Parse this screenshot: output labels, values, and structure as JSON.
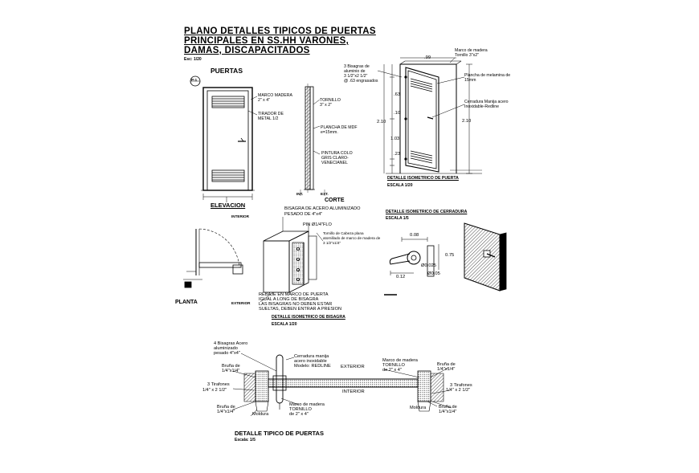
{
  "title": {
    "line1": "PLANO DETALLES TIPICOS DE PUERTAS",
    "line2": "PRINCIPALES EN SS.HH VARONES,",
    "line3": "DAMAS, DISCAPACITADOS",
    "scale": "Esc: 1/20"
  },
  "puertas": {
    "heading": "PUERTAS",
    "tag": "P-1",
    "elevacion": "ELEVACION",
    "corte": "CORTE",
    "marco_madera_1": "MARCO MADERA",
    "marco_madera_2": "2\" x 4\"",
    "tirador_1": "TIRADOR DE",
    "tirador_2": "METAL 1/2",
    "tornillo_1": "TORNILLO",
    "tornillo_2": "3\" x 2\"",
    "plancha_1": "PLANCHA DE MDF",
    "plancha_2": "e=15mm.",
    "pintura_1": "PINTURA COLO",
    "pintura_2": "GRIS CLARO-",
    "pintura_3": "VENECIANEL",
    "int": "INT.",
    "ext": "EXT."
  },
  "isometric": {
    "bisagras_1": "3 Bisagras de",
    "bisagras_2": "aluminio de",
    "bisagras_3": "3 1/2\"x2 1/2\"",
    "bisagras_4": "@ .63 engrasados",
    "marco_1": "Marco de madera",
    "marco_2": "Tornillo 3\"x2\"",
    "plancha_1": "Plancha de melamina de",
    "plancha_2": "15mm",
    "cerradura_1": "Cerradura Manija acero",
    "cerradura_2": "Inoxidable-Redline",
    "dim_top": ".99",
    "dim_63": ".63",
    "dim_10": ".10",
    "dim_103": "1.03",
    "dim_23": ".23",
    "dim_210_left": "2.10",
    "dim_210_right": "2.10",
    "detalle": "DETALLE ISOMETRICO DE PUERTA",
    "escala": "ESCALA 1/20"
  },
  "bisagra": {
    "interior": "INTERIOR",
    "exterior": "EXTERIOR",
    "planta": "PLANTA",
    "label_1": "BISAGRA DE ACERO ALUMINIZADO",
    "label_2": "PESADO DE 4\"x4\"",
    "pin": "PIN Ø1/4\"FLO",
    "tornillo_1": "Tornillo de Cabeza plana",
    "tornillo_2": "atornillado de marco de madera de",
    "tornillo_3": "3 1/2\"x1/4\"",
    "rebaje_1": "REBAJE EN MARCO DE PUERTA",
    "rebaje_2": "IGUAL A LONG DE BISAGRA",
    "rebaje_3": "LAS BISAGRAS NO DEBEN ESTAR",
    "rebaje_4": "SUELTAS, DEBEN ENTRAR A PRESION",
    "detalle": "DETALLE ISOMETRICO DE BISAGRA",
    "escala": "ESCALA 1/20"
  },
  "cerradura": {
    "detalle": "DETALLE ISOMETRICO DE CERRADURA",
    "escala": "ESCALA 1/5",
    "dim_008": "0.08",
    "dim_012": "0.12",
    "dim_0025": "Ø0.025",
    "dim_005": "Ø0.05",
    "dim_075": "0.75"
  },
  "seccion": {
    "bisagras_1": "4 Bisagras Acero",
    "bisagras_2": "aluminizado",
    "bisagras_3": "pesado 4\"x4\"",
    "bruna_l_1": "Bruña de",
    "bruna_l_2": "1/4\"x1/4\"",
    "tirafones_l_1": "3 Tirafones",
    "tirafones_l_2": "1/4\" x 2 1/2\"",
    "bruna_l2_1": "Bruña de",
    "bruna_l2_2": "1/4\"x1/4\"",
    "moldura_l": "Moldura",
    "marco_bottom_1": "Marco de madera",
    "marco_bottom_2": "TORNILLO",
    "marco_bottom_3": "de 2\" x 4\"",
    "cerradura_1": "Cerradura manija",
    "cerradura_2": "acero inoxidable",
    "cerradura_3": "Modelo: REDLINE",
    "exterior": "EXTERIOR",
    "interior": "INTERIOR",
    "marco_top_1": "Marco de madera",
    "marco_top_2": "TORNILLO",
    "marco_top_3": "de 2\" x 4\"",
    "bruna_r_1": "Bruña de",
    "bruna_r_2": "1/4\"x1/4\"",
    "tirafones_r_1": "3 Tirafones",
    "tirafones_r_2": "1/4\" x 2 1/2\"",
    "moldura_r": "Moldura",
    "bruna_r2_1": "Bruña de",
    "bruna_r2_2": "1/4\"x1/4\"",
    "detalle": "DETALLE TIPICO DE PUERTAS",
    "escala": "Escala: 1/5"
  }
}
